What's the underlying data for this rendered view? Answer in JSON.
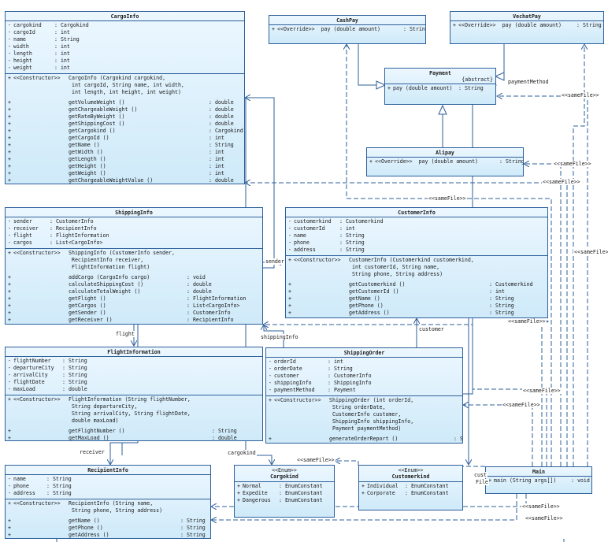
{
  "classes": {
    "cargoinfo": {
      "name": "CargoInfo",
      "attrs": [
        {
          "vis": "-",
          "name": "cargokind",
          "type": ": Cargokind"
        },
        {
          "vis": "-",
          "name": "cargoId",
          "type": ": int"
        },
        {
          "vis": "-",
          "name": "name",
          "type": ": String"
        },
        {
          "vis": "-",
          "name": "width",
          "type": ": int"
        },
        {
          "vis": "-",
          "name": "length",
          "type": ": int"
        },
        {
          "vis": "-",
          "name": "height",
          "type": ": int"
        },
        {
          "vis": "-",
          "name": "weight",
          "type": ": int"
        }
      ],
      "ctor": {
        "vis": "+",
        "pre": "<<Constructor>>",
        "lines": [
          "CargoInfo (Cargokind cargokind,",
          " int cargoId, String name, int width,",
          " int length, int height, int weight)"
        ]
      },
      "methods": [
        {
          "vis": "+",
          "name": "getVolumeWeight ()",
          "type": ": double"
        },
        {
          "vis": "+",
          "name": "getChargeableWeight ()",
          "type": ": double"
        },
        {
          "vis": "+",
          "name": "getRateByWeight ()",
          "type": ": double"
        },
        {
          "vis": "+",
          "name": "getShippingCost ()",
          "type": ": double"
        },
        {
          "vis": "+",
          "name": "getCargokind ()",
          "type": ": Cargokind"
        },
        {
          "vis": "+",
          "name": "getCargoId ()",
          "type": ": int"
        },
        {
          "vis": "+",
          "name": "getName ()",
          "type": ": String"
        },
        {
          "vis": "+",
          "name": "getWidth ()",
          "type": ": int"
        },
        {
          "vis": "+",
          "name": "getLength ()",
          "type": ": int"
        },
        {
          "vis": "+",
          "name": "getHeight ()",
          "type": ": int"
        },
        {
          "vis": "+",
          "name": "getWeight ()",
          "type": ": int"
        },
        {
          "vis": "+",
          "name": "getChargeableWeightValue ()",
          "type": ": double"
        }
      ]
    },
    "cashpay": {
      "name": "CashPay",
      "methods": [
        {
          "vis": "+",
          "name": "<<Override>>  pay (double amount)",
          "type": ": String"
        }
      ]
    },
    "vechatpay": {
      "name": "VechatPay",
      "methods": [
        {
          "vis": "+",
          "name": "<<Override>>  pay (double amount)",
          "type": ": String"
        }
      ]
    },
    "payment": {
      "name": "Payment",
      "abstract": "{abstract}",
      "methods": [
        {
          "vis": "+",
          "name": "pay (double amount)",
          "type": ": String"
        }
      ]
    },
    "alipay": {
      "name": "Alipay",
      "methods": [
        {
          "vis": "+",
          "name": "<<Override>>  pay (double amount)",
          "type": ": String"
        }
      ]
    },
    "shippinginfo": {
      "name": "ShippingInfo",
      "attrs": [
        {
          "vis": "-",
          "name": "sender",
          "type": ": CustomerInfo"
        },
        {
          "vis": "-",
          "name": "receiver",
          "type": ": RecipientInfo"
        },
        {
          "vis": "-",
          "name": "flight",
          "type": ": FlightInformation"
        },
        {
          "vis": "-",
          "name": "cargos",
          "type": ": List<CargoInfo>"
        }
      ],
      "ctor": {
        "vis": "+",
        "pre": "<<Constructor>>",
        "lines": [
          "ShippingInfo (CustomerInfo sender,",
          " RecipientInfo receiver,",
          " FlightInformation flight)"
        ]
      },
      "methods": [
        {
          "vis": "+",
          "name": "addCargo (CargoInfo cargo)",
          "type": ": void"
        },
        {
          "vis": "+",
          "name": "calculateShippingCost ()",
          "type": ": double"
        },
        {
          "vis": "+",
          "name": "calculateTotalWeight ()",
          "type": ": double"
        },
        {
          "vis": "+",
          "name": "getFlight ()",
          "type": ": FlightInformation"
        },
        {
          "vis": "+",
          "name": "getCargos ()",
          "type": ": List<CargoInfo>"
        },
        {
          "vis": "+",
          "name": "getSender ()",
          "type": ": CustomerInfo"
        },
        {
          "vis": "+",
          "name": "getReceiver ()",
          "type": ": RecipientInfo"
        }
      ]
    },
    "customerinfo": {
      "name": "CustomerInfo",
      "attrs": [
        {
          "vis": "-",
          "name": "customerkind",
          "type": ": Customerkind"
        },
        {
          "vis": "-",
          "name": "customerId",
          "type": ": int"
        },
        {
          "vis": "-",
          "name": "name",
          "type": ": String"
        },
        {
          "vis": "-",
          "name": "phone",
          "type": ": String"
        },
        {
          "vis": "-",
          "name": "address",
          "type": ": String"
        }
      ],
      "ctor": {
        "vis": "+",
        "pre": "<<Constructor>>",
        "lines": [
          "CustomerInfo (Customerkind customerkind,",
          " int customerId, String name,",
          " String phone, String address)"
        ]
      },
      "methods": [
        {
          "vis": "+",
          "name": "getCustomerkind ()",
          "type": ": Customerkind"
        },
        {
          "vis": "+",
          "name": "getCustomerId ()",
          "type": ": int"
        },
        {
          "vis": "+",
          "name": "getName ()",
          "type": ": String"
        },
        {
          "vis": "+",
          "name": "getPhone ()",
          "type": ": String"
        },
        {
          "vis": "+",
          "name": "getAddress ()",
          "type": ": String"
        }
      ]
    },
    "flightinformation": {
      "name": "FlightInformation",
      "attrs": [
        {
          "vis": "-",
          "name": "flightNumber",
          "type": ": String"
        },
        {
          "vis": "-",
          "name": "departureCity",
          "type": ": String"
        },
        {
          "vis": "-",
          "name": "arrivalCity",
          "type": ": String"
        },
        {
          "vis": "-",
          "name": "flightDate",
          "type": ": String"
        },
        {
          "vis": "-",
          "name": "maxLoad",
          "type": ": double"
        }
      ],
      "ctor": {
        "vis": "+",
        "pre": "<<Constructor>>",
        "lines": [
          "FlightInformation (String flightNumber,",
          " String departureCity,",
          " String arrivalCity, String flightDate,",
          " double maxLoad)"
        ]
      },
      "methods": [
        {
          "vis": "+",
          "name": "getFlightNumber ()",
          "type": ": String"
        },
        {
          "vis": "+",
          "name": "getMaxLoad ()",
          "type": ": double"
        }
      ]
    },
    "shippingorder": {
      "name": "ShippingOrder",
      "attrs": [
        {
          "vis": "-",
          "name": "orderId",
          "type": ": int"
        },
        {
          "vis": "-",
          "name": "orderDate",
          "type": ": String"
        },
        {
          "vis": "-",
          "name": "customer",
          "type": ": CustomerInfo"
        },
        {
          "vis": "-",
          "name": "shippingInfo",
          "type": ": ShippingInfo"
        },
        {
          "vis": "-",
          "name": "paymentMethod",
          "type": ": Payment"
        }
      ],
      "ctor": {
        "vis": "+",
        "pre": "<<Constructor>>",
        "lines": [
          "ShippingOrder (int orderId,",
          " String orderDate,",
          " CustomerInfo customer,",
          " ShippingInfo shippingInfo,",
          " Payment paymentMethod)"
        ]
      },
      "methods": [
        {
          "vis": "+",
          "name": "generateOrderReport ()",
          "type": ": String"
        }
      ]
    },
    "recipientinfo": {
      "name": "RecipientInfo",
      "attrs": [
        {
          "vis": "-",
          "name": "name",
          "type": ": String"
        },
        {
          "vis": "-",
          "name": "phone",
          "type": ": String"
        },
        {
          "vis": "-",
          "name": "address",
          "type": ": String"
        }
      ],
      "ctor": {
        "vis": "+",
        "pre": "<<Constructor>>",
        "lines": [
          "RecipientInfo (String name,",
          " String phone, String address)"
        ]
      },
      "methods": [
        {
          "vis": "+",
          "name": "getName ()",
          "type": ": String"
        },
        {
          "vis": "+",
          "name": "getPhone ()",
          "type": ": String"
        },
        {
          "vis": "+",
          "name": "getAddress ()",
          "type": ": String"
        }
      ]
    },
    "cargokind": {
      "name": "Cargokind",
      "stereotype": "<<Enum>>",
      "attrs": [
        {
          "vis": "+",
          "name": "Normal",
          "type": ": EnumConstant"
        },
        {
          "vis": "+",
          "name": "Expedite",
          "type": ": EnumConstant"
        },
        {
          "vis": "+",
          "name": "Dangerous",
          "type": ": EnumConstant"
        }
      ]
    },
    "customerkind": {
      "name": "Customerkind",
      "stereotype": "<<Enum>>",
      "attrs": [
        {
          "vis": "+",
          "name": "Individual",
          "type": ": EnumConstant"
        },
        {
          "vis": "+",
          "name": "Corporate",
          "type": ": EnumConstant"
        }
      ]
    },
    "main": {
      "name": "Main",
      "methods": [
        {
          "vis": "+",
          "name": "main (String args[])",
          "type": ": void"
        }
      ]
    }
  },
  "labels": {
    "sender": "sender",
    "flight": "flight",
    "shippingInfo": "shippingInfo",
    "customer": "customer",
    "receiver": "receiver",
    "cargokind": "cargokind",
    "paymentMethod": "paymentMethod",
    "cust": "cust",
    "file": "File",
    "samefile": "<<sameFile>>"
  }
}
